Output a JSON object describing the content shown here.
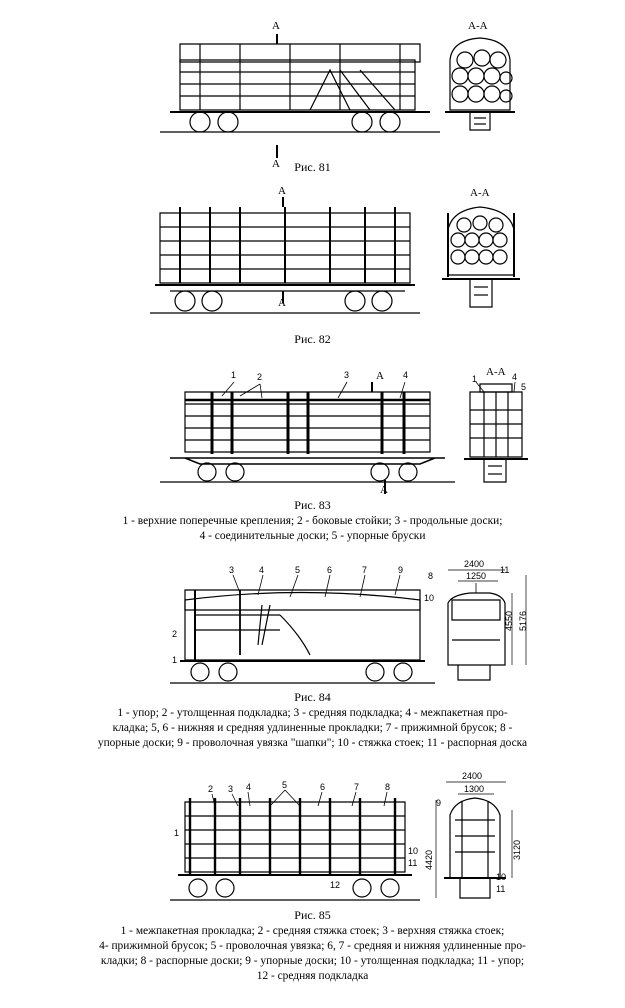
{
  "figures": [
    {
      "id": "81",
      "caption": "Рис. 81",
      "section_marks": [
        "А",
        "А"
      ],
      "section_label": "А-А",
      "legend": []
    },
    {
      "id": "82",
      "caption": "Рис. 82",
      "section_marks": [
        "А",
        "А"
      ],
      "section_label": "А-А",
      "legend": []
    },
    {
      "id": "83",
      "caption": "Рис. 83",
      "section_marks": [
        "А",
        "А"
      ],
      "section_label": "А-А",
      "callouts": [
        "1",
        "2",
        "3",
        "4",
        "1",
        "4",
        "5"
      ],
      "legend": [
        "1 - верхние поперечные крепления; 2 - боковые стойки; 3 - продольные доски;",
        "4 - соединительные доски; 5 - упорные бруски"
      ]
    },
    {
      "id": "84",
      "caption": "Рис. 84",
      "callouts": [
        "3",
        "4",
        "5",
        "6",
        "7",
        "9",
        "8",
        "10",
        "11",
        "2",
        "1"
      ],
      "dimensions": [
        "2400",
        "1250",
        "4550",
        "5176"
      ],
      "legend": [
        "1 - упор; 2 - утолщенная подкладка; 3 - средняя подкладка; 4 - межпакетная про-",
        "кладка; 5, 6 - нижняя и средняя удлиненные прокладки; 7 - прижимной брусок; 8 -",
        "упорные доски; 9 - проволочная увязка \"шапки\"; 10 - стяжка стоек; 11 - распорная доска"
      ]
    },
    {
      "id": "85",
      "caption": "Рис. 85",
      "callouts": [
        "2",
        "3",
        "4",
        "5",
        "6",
        "7",
        "8",
        "1",
        "10",
        "11",
        "12",
        "9",
        "10",
        "11"
      ],
      "dimensions": [
        "2400",
        "1300",
        "4420",
        "3120"
      ],
      "legend": [
        "1 - межпакетная прокладка; 2 - средняя стяжка стоек; 3 - верхняя стяжка стоек;",
        "4- прижимной брусок; 5 - проволочная увязка; 6, 7 - средняя и нижняя удлиненные про-",
        "кладки; 8 - распорные доски; 9 - упорные доски; 10 - утолщенная подкладка; 11 - упор;",
        "12 - средняя подкладка"
      ]
    }
  ]
}
